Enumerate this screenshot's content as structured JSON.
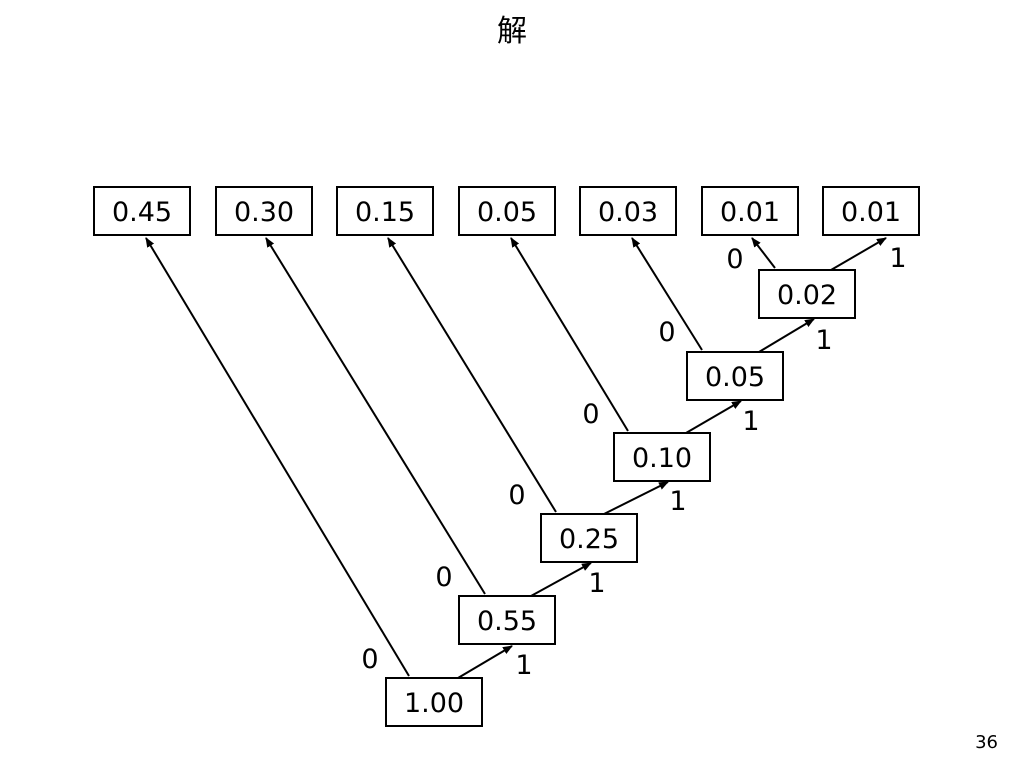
{
  "slide": {
    "title": "解",
    "page_number": "36"
  },
  "tree": {
    "leaves": [
      "0.45",
      "0.30",
      "0.15",
      "0.05",
      "0.03",
      "0.01",
      "0.01"
    ],
    "internal_nodes": [
      "1.00",
      "0.55",
      "0.25",
      "0.10",
      "0.05",
      "0.02"
    ],
    "edge_labels": {
      "zero": "0",
      "one": "1"
    }
  }
}
